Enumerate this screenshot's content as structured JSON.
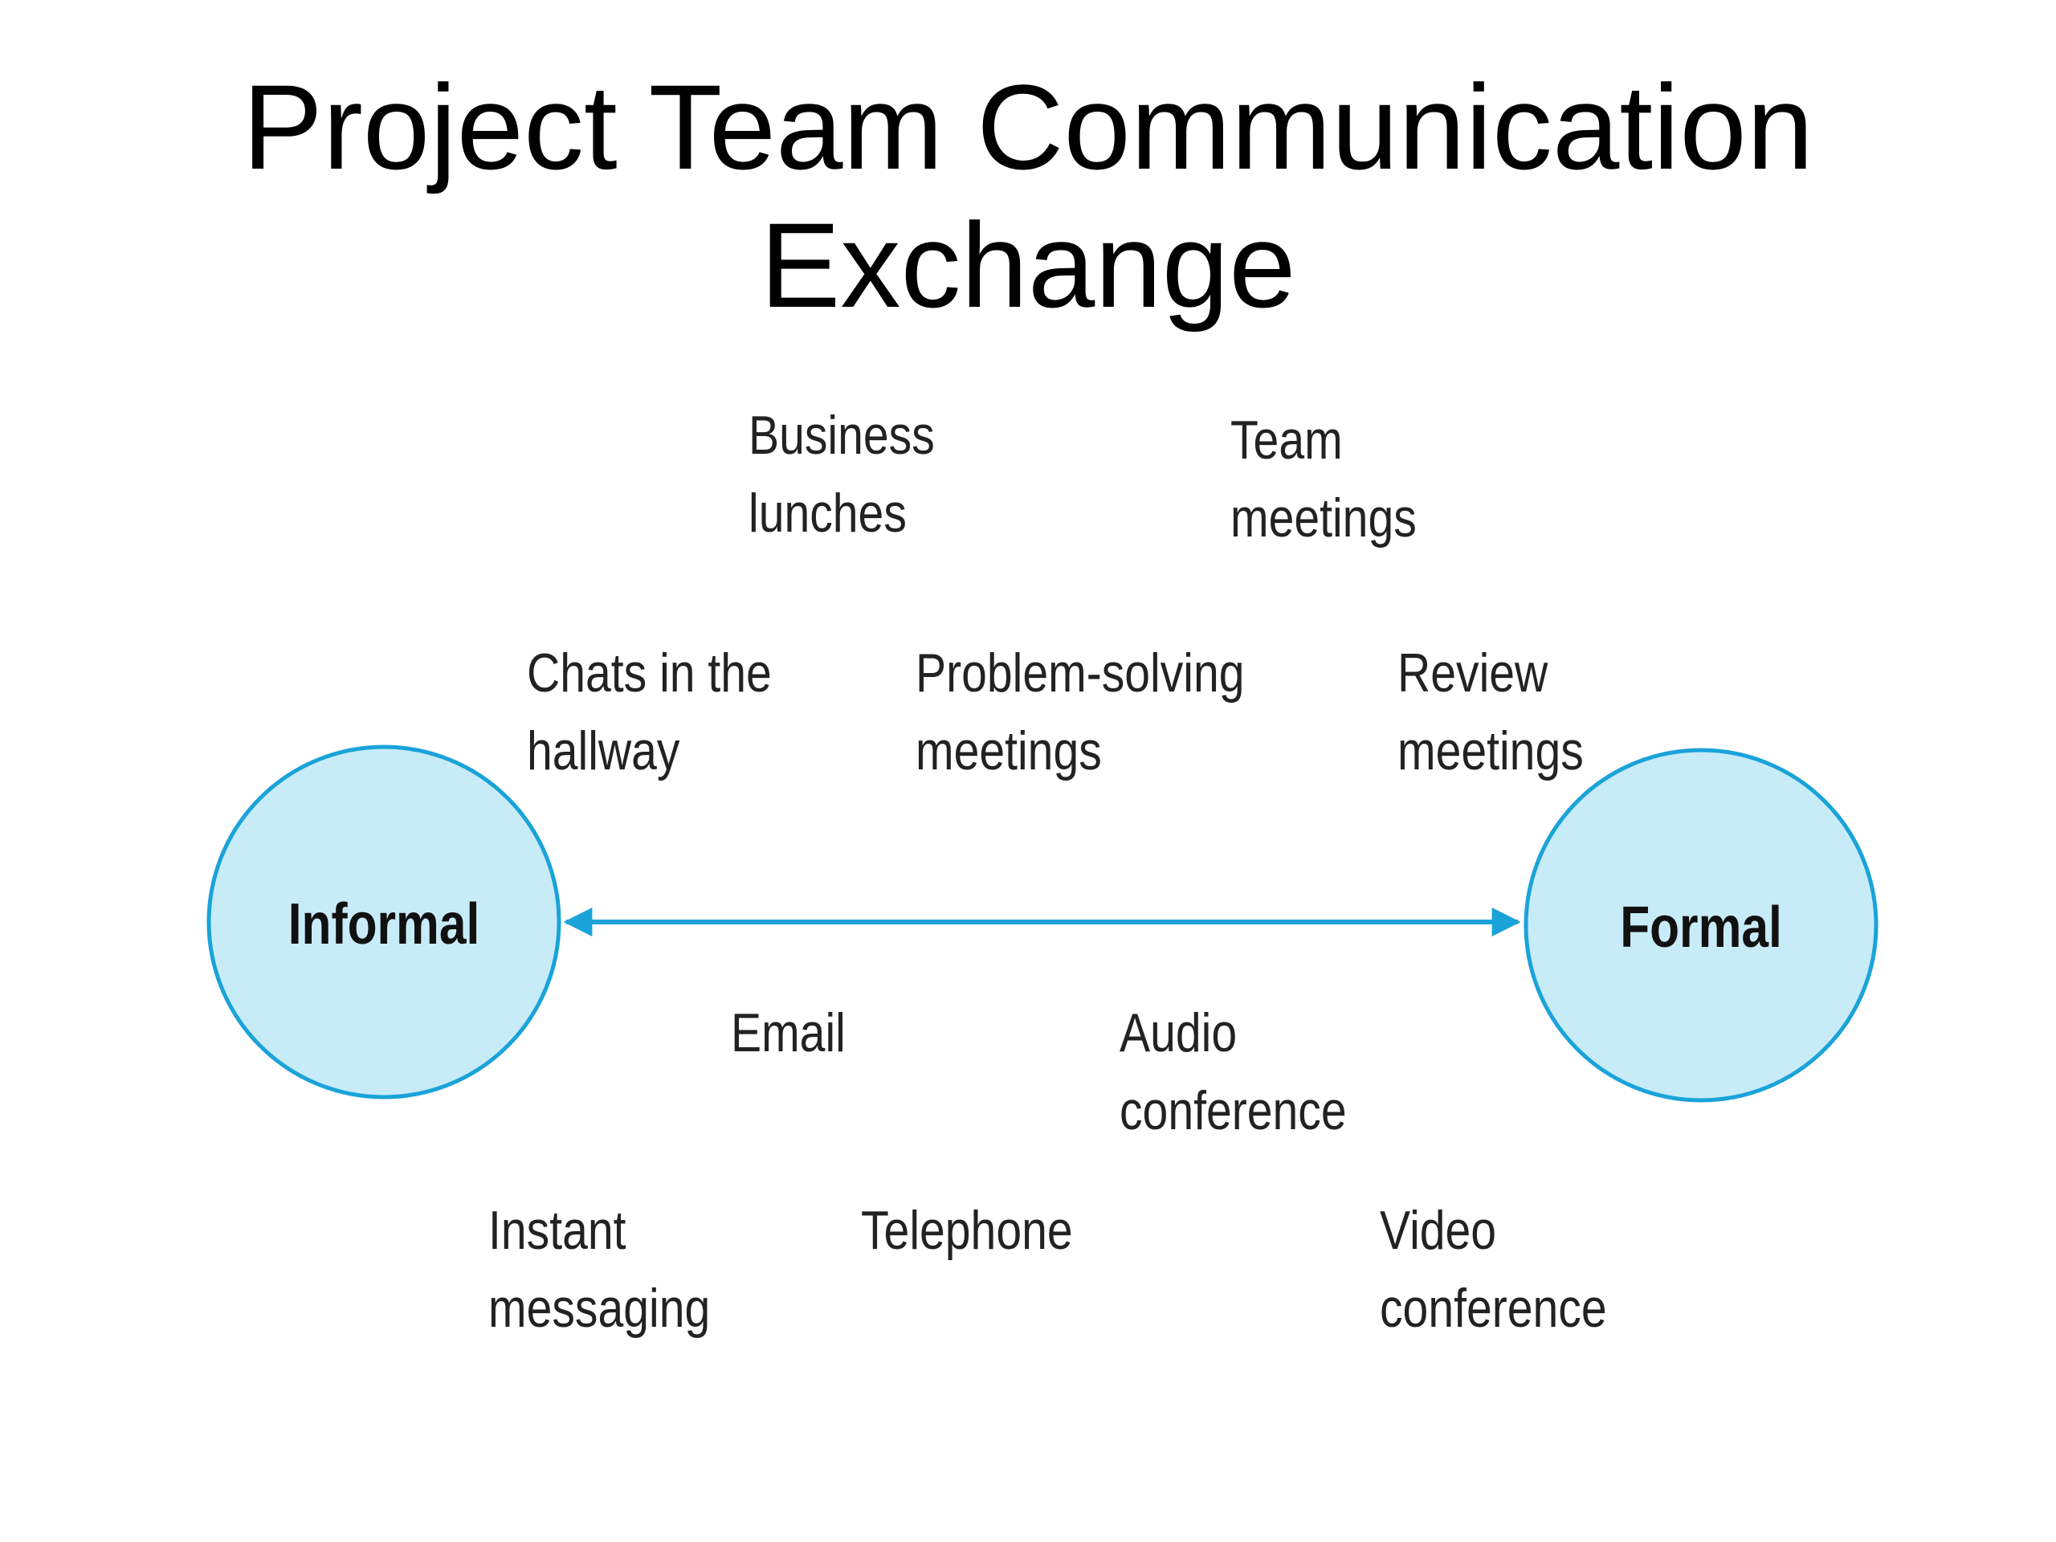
{
  "title": {
    "line1": "Project Team Communication",
    "line2": "Exchange"
  },
  "axis": {
    "left_label": "Informal",
    "right_label": "Formal"
  },
  "items": {
    "business_lunches": {
      "line1": "Business",
      "line2": "lunches"
    },
    "team_meetings": {
      "line1": "Team",
      "line2": "meetings"
    },
    "chats_in_hallway": {
      "line1": "Chats in the",
      "line2": "hallway"
    },
    "problem_solving": {
      "line1": "Problem-solving",
      "line2": "meetings"
    },
    "review_meetings": {
      "line1": "Review",
      "line2": "meetings"
    },
    "email": {
      "line1": "Email"
    },
    "audio_conference": {
      "line1": "Audio",
      "line2": "conference"
    },
    "instant_messaging": {
      "line1": "Instant",
      "line2": "messaging"
    },
    "telephone": {
      "line1": "Telephone"
    },
    "video_conference": {
      "line1": "Video",
      "line2": "conference"
    }
  },
  "colors": {
    "circle_fill": "#c8ebf8",
    "circle_stroke": "#1aa3d9",
    "arrow": "#1aa3d9"
  }
}
